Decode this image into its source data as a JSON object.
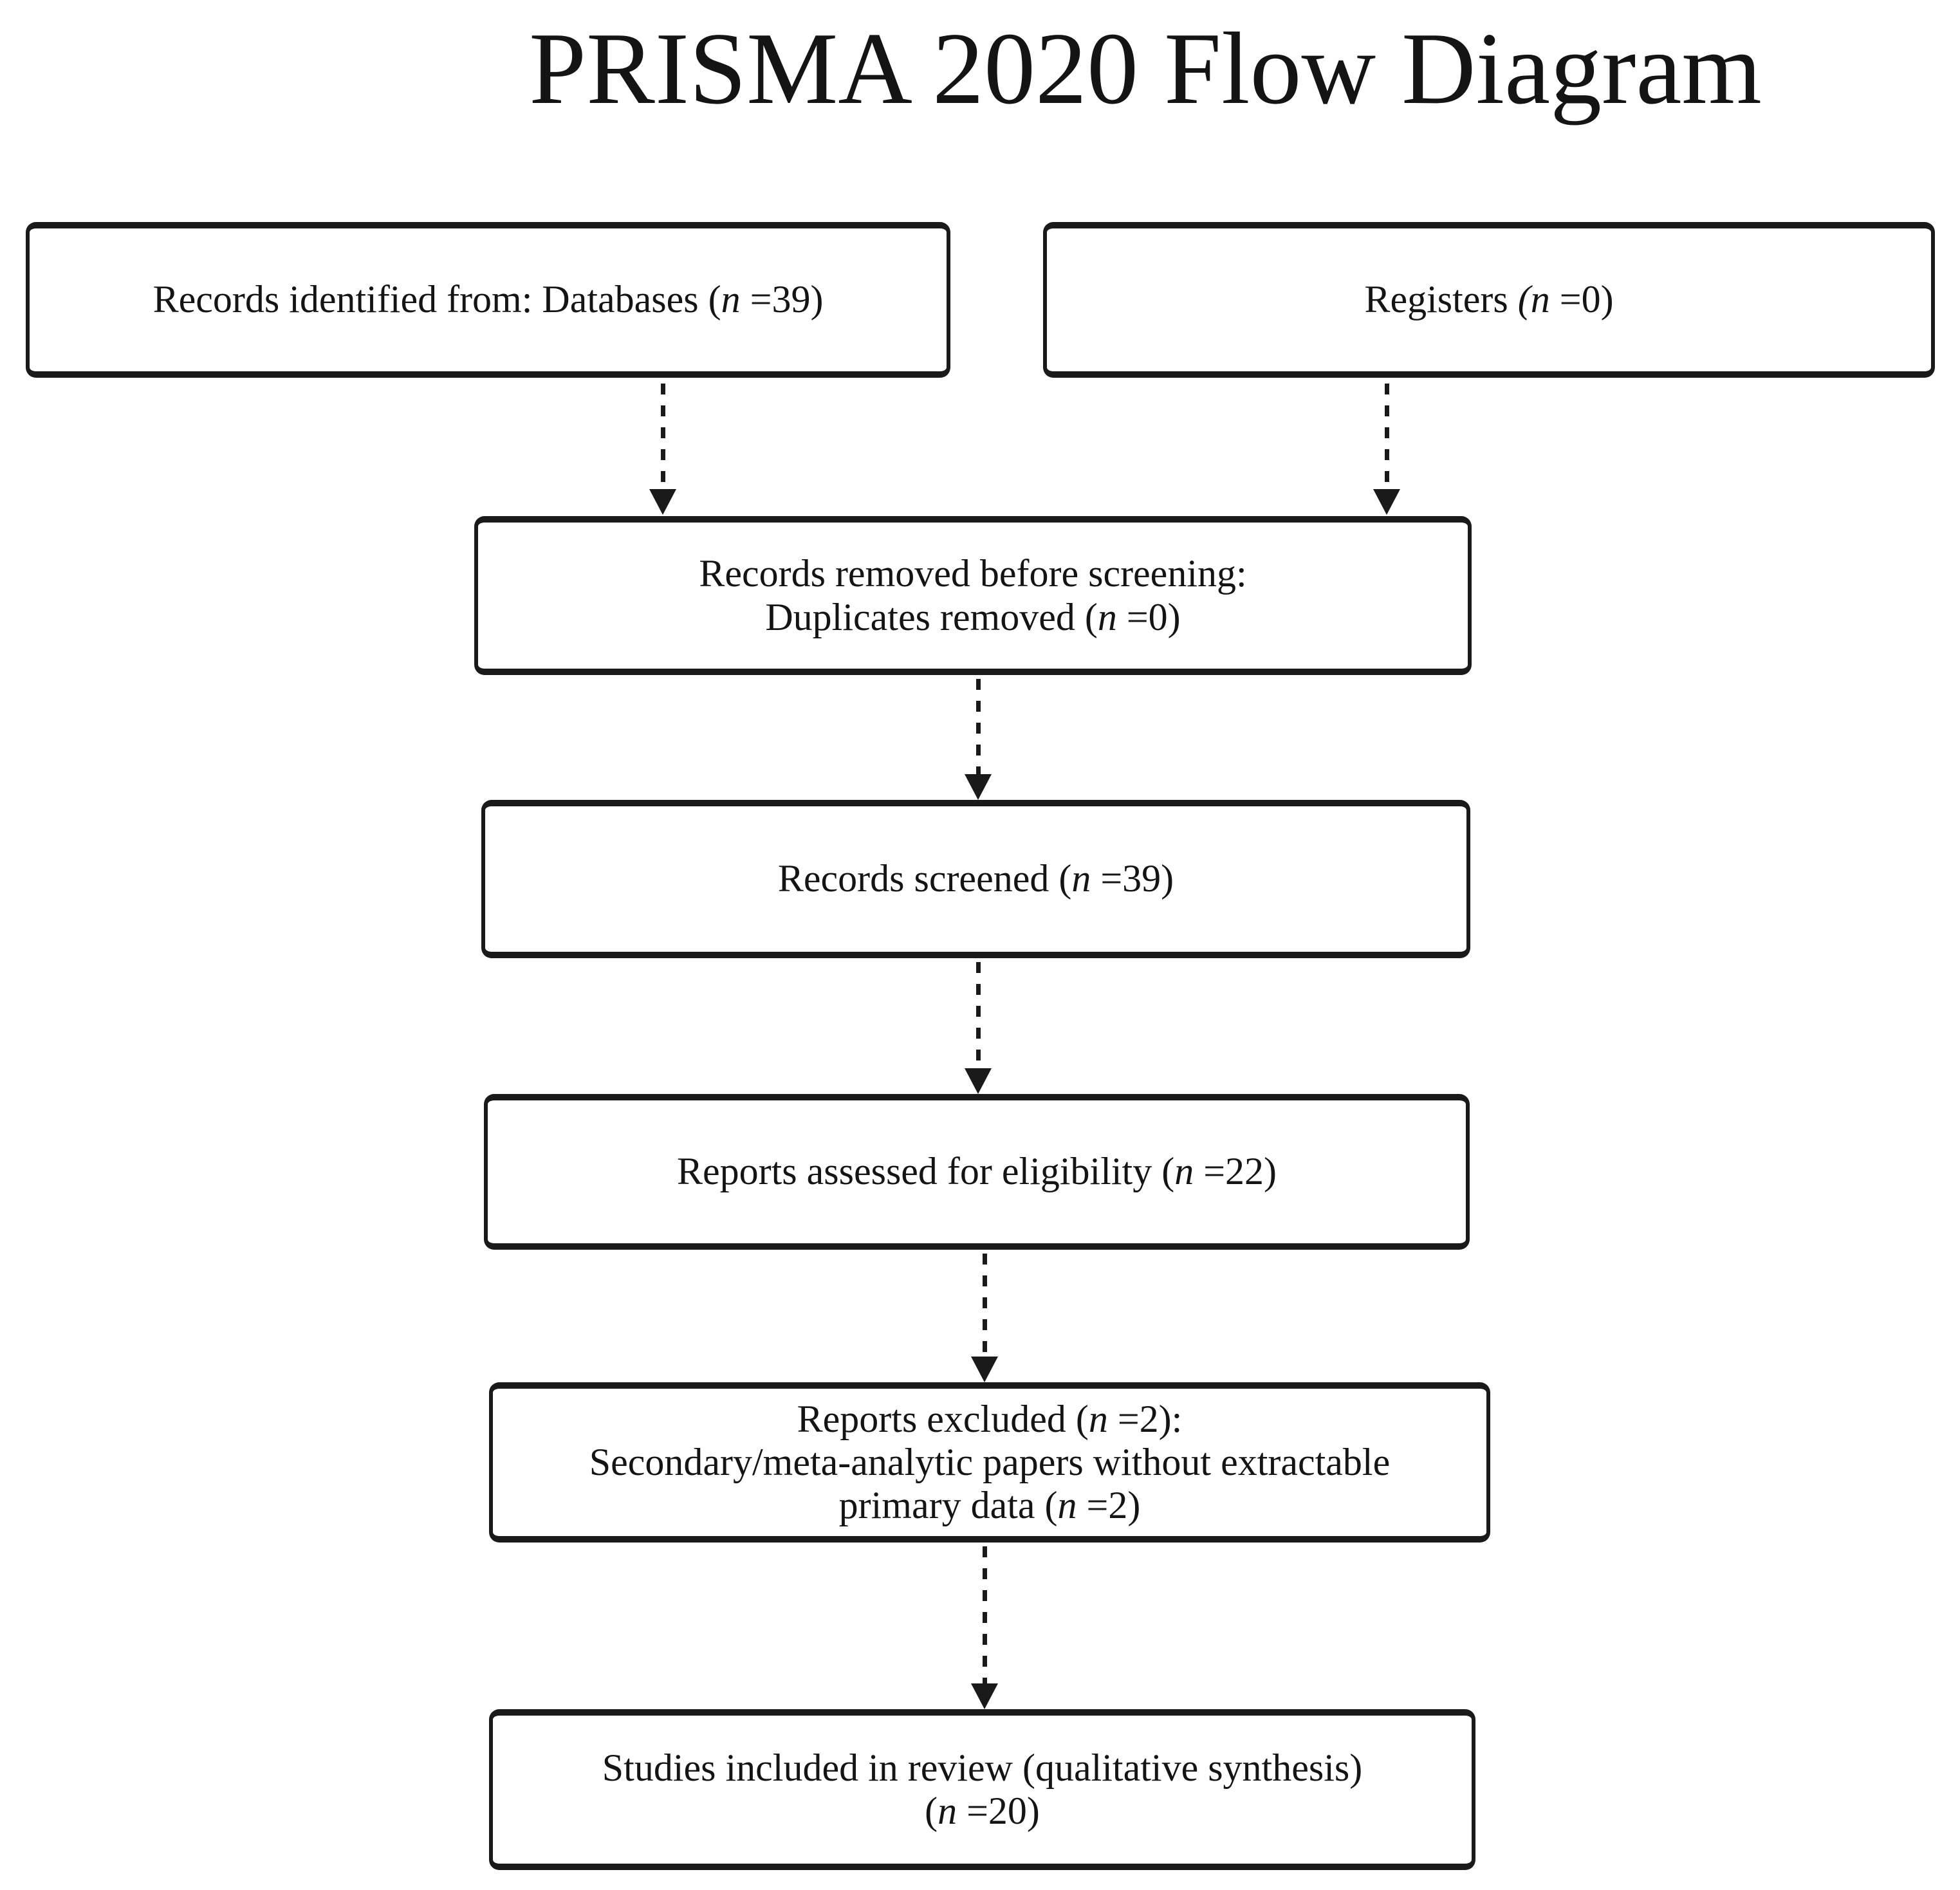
{
  "title": "PRISMA 2020 Flow Diagram",
  "colors": {
    "ink": "#141414",
    "line": "#1a1a1a",
    "bg": "#ffffff"
  },
  "boxes": [
    {
      "id": "records-identified-databases",
      "lines": [
        {
          "pre": "Records identified from: Databases (",
          "n": "n",
          "post": " =39)"
        }
      ]
    },
    {
      "id": "registers",
      "lines": [
        {
          "pre": "Registers ",
          "n": "(n",
          "post": " =0)"
        }
      ]
    },
    {
      "id": "records-removed-before-screening",
      "lines": [
        {
          "pre": "Records removed before screening:",
          "n": "",
          "post": ""
        },
        {
          "pre": "Duplicates removed (",
          "n": "n",
          "post": " =0)"
        }
      ]
    },
    {
      "id": "records-screened",
      "lines": [
        {
          "pre": "Records screened (",
          "n": "n",
          "post": " =39)"
        }
      ]
    },
    {
      "id": "reports-assessed-for-eligibility",
      "lines": [
        {
          "pre": "Reports assessed for eligibility (",
          "n": "n",
          "post": " =22)"
        }
      ]
    },
    {
      "id": "reports-excluded",
      "lines": [
        {
          "pre": "Reports excluded (",
          "n": "n",
          "post": " =2):"
        },
        {
          "pre": "Secondary/meta-analytic papers without extractable",
          "n": "",
          "post": ""
        },
        {
          "pre": "primary data (",
          "n": "n",
          "post": " =2)"
        }
      ]
    },
    {
      "id": "studies-included-in-review",
      "lines": [
        {
          "pre": "Studies included in review (qualitative synthesis)",
          "n": "",
          "post": ""
        },
        {
          "pre": "(",
          "n": "n",
          "post": " =20)"
        }
      ]
    }
  ],
  "arrows": [
    {
      "from": "records-identified-databases",
      "to": "records-removed-before-screening"
    },
    {
      "from": "registers",
      "to": "records-removed-before-screening"
    },
    {
      "from": "records-removed-before-screening",
      "to": "records-screened"
    },
    {
      "from": "records-screened",
      "to": "reports-assessed-for-eligibility"
    },
    {
      "from": "reports-assessed-for-eligibility",
      "to": "reports-excluded"
    },
    {
      "from": "reports-excluded",
      "to": "studies-included-in-review"
    }
  ],
  "counts": {
    "records_identified_databases": 39,
    "registers": 0,
    "duplicates_removed": 0,
    "records_screened": 39,
    "reports_assessed": 22,
    "reports_excluded": 2,
    "secondary_meta_analytic_excluded": 2,
    "studies_included": 20
  }
}
